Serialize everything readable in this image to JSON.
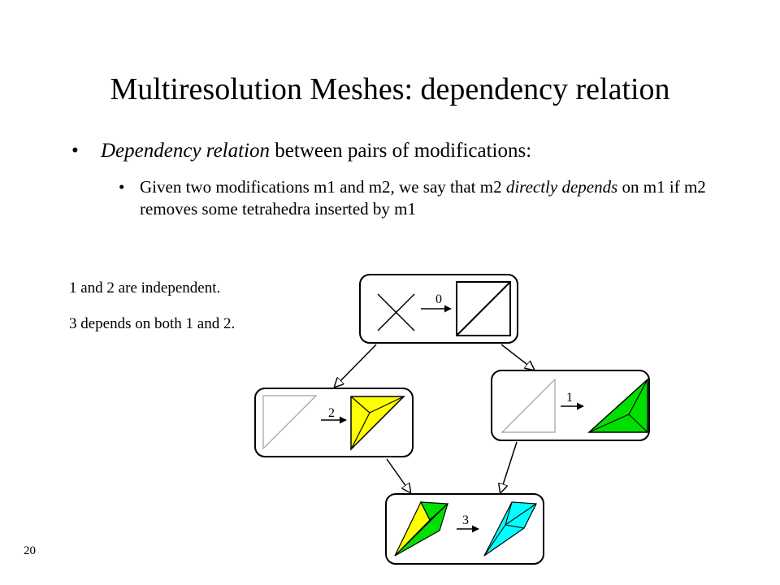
{
  "title": "Multiresolution Meshes: dependency relation",
  "bullets": {
    "level1": {
      "marker": "•",
      "term": "Dependency relation",
      "rest": " between pairs of modifications:"
    },
    "level2": {
      "marker": "•",
      "part1": "Given two modifications m1 and m2,  we say that m2 ",
      "term": "directly depends",
      "part2": " on m1 if m2 removes some tetrahedra inserted by m1"
    }
  },
  "notes": {
    "independent": "1 and 2 are independent.",
    "depends": "3 depends on both 1 and 2."
  },
  "diagram": {
    "labels": {
      "m0": "0",
      "m1": "1",
      "m2": "2",
      "m3": "3"
    },
    "colors": {
      "yellow": "#ffff00",
      "green": "#00e000",
      "cyan": "#00ffff",
      "stroke": "#000000",
      "faint": "#a0a0a0"
    }
  },
  "slide_number": "20"
}
